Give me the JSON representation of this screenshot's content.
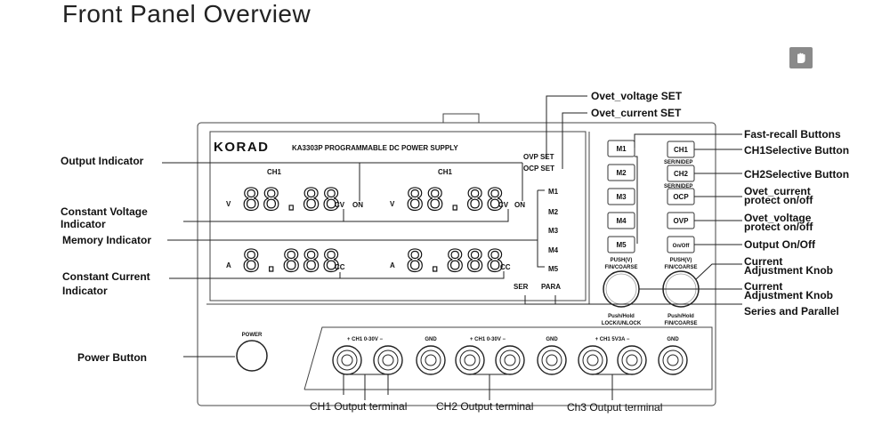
{
  "title": "Front Panel Overview",
  "icon": "hand-icon",
  "panel": {
    "brand": "KORAD",
    "model": "KA3303P PROGRAMMABLE DC POWER SUPPLY",
    "ch1_label": "CH1",
    "ch2_label": "CH1",
    "unit_v": "V",
    "unit_a": "A",
    "cv": "CV",
    "on": "ON",
    "cc": "CC",
    "display_v1": "88.88",
    "display_v2": "88.88",
    "display_a1": "8.888",
    "display_a2": "8.888",
    "ovp_set": "OVP  SET",
    "ocp_set": "OCP  SET",
    "mem": [
      "M1",
      "M2",
      "M3",
      "M4",
      "M5"
    ],
    "ser": "SER",
    "para": "PARA",
    "btn_mem": [
      "M1",
      "M2",
      "M3",
      "M4",
      "M5"
    ],
    "btn_ch1": "CH1",
    "btn_ch2": "CH2",
    "btn_ocp": "OCP",
    "btn_ovp": "OVP",
    "btn_onoff": "On/Off",
    "ser_nidep_1": "SER/NIDEP",
    "ser_nidep_2": "SER/NIDEP",
    "knob1_top": [
      "PUSH(V)",
      "FIN/COARSE"
    ],
    "knob2_top": [
      "PUSH(V)",
      "FIN/COARSE"
    ],
    "knob1_bottom": [
      "Push/Hold",
      "LOCK/UNLOCK"
    ],
    "knob2_bottom": [
      "Push/Hold",
      "FIN/COARSE"
    ],
    "power": "POWER",
    "term_ch1": "+ CH1 0-30V −",
    "term_ch2": "+ CH1 0-30V −",
    "term_ch3": "+ CH1 5V3A −",
    "gnd": "GND"
  },
  "annotations": {
    "ovet_voltage_set": "Ovet_voltage SET",
    "ovet_current_set": "Ovet_current SET",
    "fast_recall": "Fast-recall Buttons",
    "ch1_selective": "CH1Selective Button",
    "ch2_selective": "CH2Selective Button",
    "ovet_current_prot": [
      "Ovet_current",
      "protect on/off"
    ],
    "ovet_voltage_prot": [
      "Ovet_voltage",
      "protect on/off"
    ],
    "output_onoff": "Output On/Off",
    "current_knob_1": [
      "Current",
      "Adjustment Knob"
    ],
    "current_knob_2": [
      "Current",
      "Adjustment Knob"
    ],
    "series_parallel": "Series and Parallel",
    "output_indicator": "Output Indicator",
    "cv_indicator": [
      "Constant Voltage",
      "Indicator"
    ],
    "memory_indicator": "Memory  Indicator",
    "cc_indicator": [
      "Constant Current",
      "Indicator"
    ],
    "power_button": "Power Button",
    "ch1_out": "CH1 Output terminal",
    "ch2_out": "CH2 Output terminal",
    "ch3_out": "Ch3 Output terminal"
  }
}
